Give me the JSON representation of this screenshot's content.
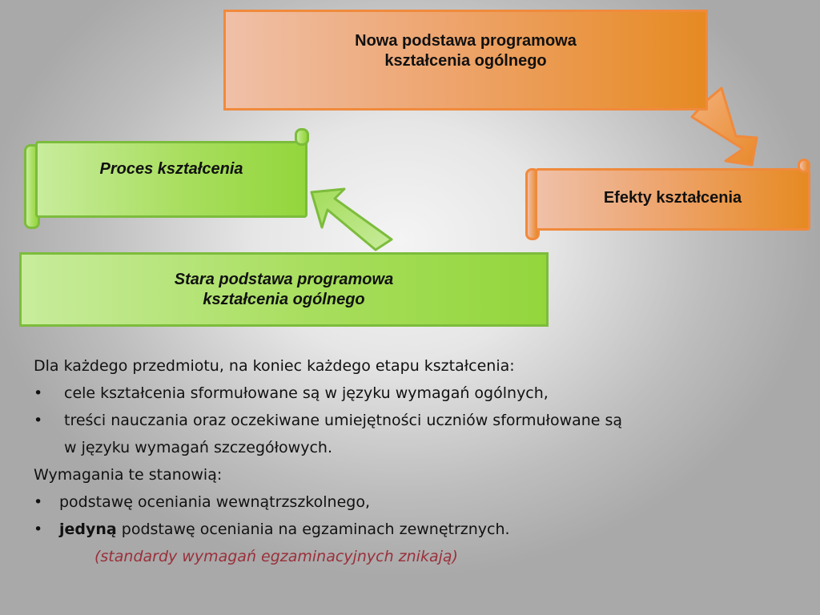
{
  "diagram": {
    "new_core": [
      "Nowa podstawa programowa",
      "kształcenia ogólnego"
    ],
    "process": "Proces kształcenia",
    "effects": "Efekty kształcenia",
    "old_core": [
      "Stara podstawa programowa",
      "kształcenia ogólnego"
    ]
  },
  "text": {
    "intro": "Dla każdego przedmiotu, na koniec każdego etapu kształcenia:",
    "bullet_symbol": "•",
    "items_1": [
      "cele kształcenia sformułowane są w języku wymagań ogólnych,",
      "treści nauczania oraz oczekiwane umiejętności uczniów sformułowane są",
      "w języku wymagań szczegółowych."
    ],
    "requirements_heading": "Wymagania te stanowią:",
    "item_2a": "podstawę oceniania wewnątrzszkolnego,",
    "item_2b_bold": "jedyną",
    "item_2b_rest": " podstawę oceniania na egzaminach zewnętrznych.",
    "note": "(standardy wymagań egzaminacyjnych znikają)"
  },
  "colors": {
    "orange_accent": "#e68a22",
    "green_accent": "#93d63c",
    "note_color": "#9a2f3a"
  }
}
